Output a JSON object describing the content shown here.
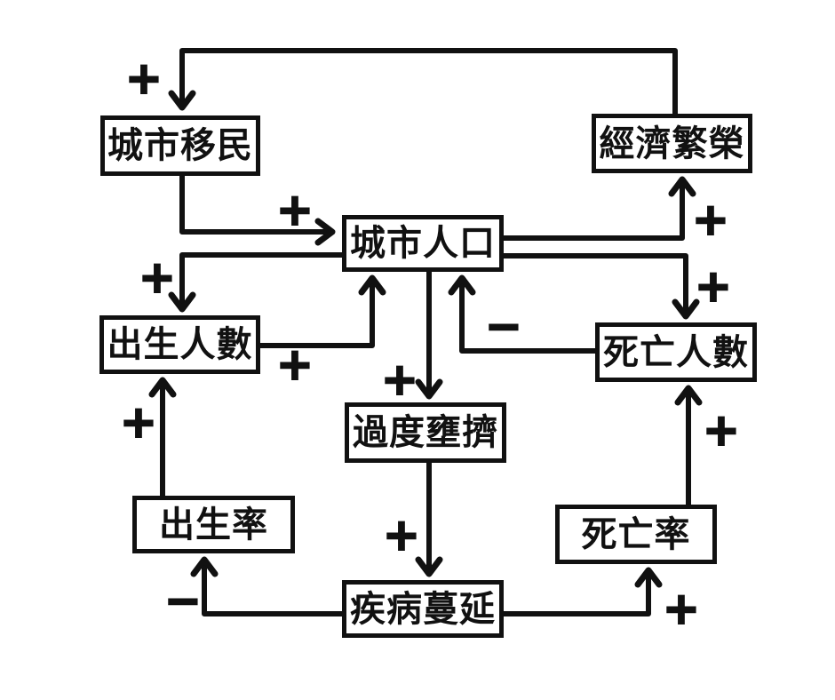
{
  "diagram": {
    "type": "causal-loop-diagram",
    "background_color": "#ffffff",
    "ink_color": "#111111",
    "nodes": [
      {
        "id": "urban-migration",
        "label": "城市移民"
      },
      {
        "id": "economic-prosperity",
        "label": "經濟繁榮"
      },
      {
        "id": "urban-population",
        "label": "城市人口"
      },
      {
        "id": "births",
        "label": "出生人數"
      },
      {
        "id": "deaths",
        "label": "死亡人數"
      },
      {
        "id": "overcrowding",
        "label": "過度壅擠"
      },
      {
        "id": "birth-rate",
        "label": "出生率"
      },
      {
        "id": "death-rate",
        "label": "死亡率"
      },
      {
        "id": "disease-spread",
        "label": "疾病蔓延"
      }
    ],
    "edges": [
      {
        "from": "economic-prosperity",
        "to": "urban-migration",
        "sign": "+"
      },
      {
        "from": "urban-migration",
        "to": "urban-population",
        "sign": "+"
      },
      {
        "from": "urban-population",
        "to": "economic-prosperity",
        "sign": "+"
      },
      {
        "from": "urban-population",
        "to": "deaths",
        "sign": "+"
      },
      {
        "from": "urban-population",
        "to": "births",
        "sign": "+"
      },
      {
        "from": "births",
        "to": "urban-population",
        "sign": "+"
      },
      {
        "from": "deaths",
        "to": "urban-population",
        "sign": "−"
      },
      {
        "from": "urban-population",
        "to": "overcrowding",
        "sign": "+"
      },
      {
        "from": "overcrowding",
        "to": "disease-spread",
        "sign": "+"
      },
      {
        "from": "disease-spread",
        "to": "birth-rate",
        "sign": "−"
      },
      {
        "from": "disease-spread",
        "to": "death-rate",
        "sign": "+"
      },
      {
        "from": "birth-rate",
        "to": "births",
        "sign": "+"
      },
      {
        "from": "death-rate",
        "to": "deaths",
        "sign": "+"
      }
    ]
  }
}
